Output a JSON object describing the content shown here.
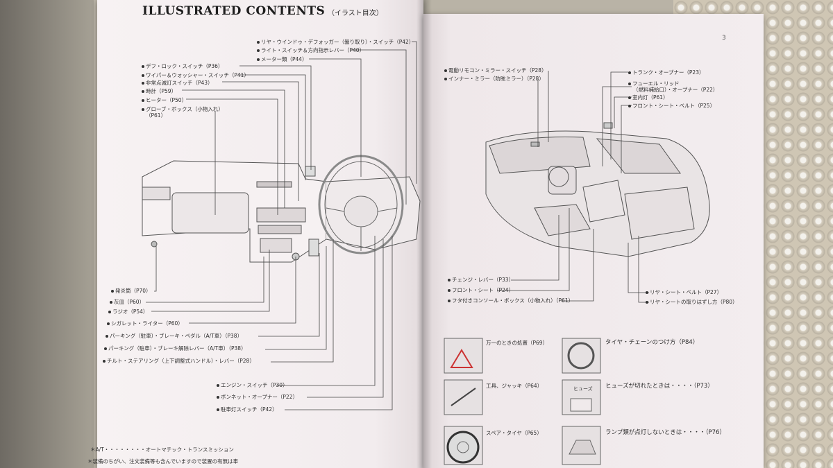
{
  "header": {
    "title": "ILLUSTRATED CONTENTS",
    "subtitle": "（イラスト目次）",
    "page_number": "3"
  },
  "left_top_labels": [
    {
      "text": "リヤ・ウインドゥ・デフォッガー（曇り取り）・スイッチ（P42）"
    },
    {
      "text": "ライト・スイッチ＆方向指示レバー（P40）"
    },
    {
      "text": "メーター類（P44）"
    },
    {
      "text": "デフ・ロック・スイッチ（P36）"
    },
    {
      "text": "ワイパー＆ウォッシャー・スイッチ（P41）"
    },
    {
      "text": "非常点滅灯スイッチ（P43）"
    },
    {
      "text": "時計（P59）"
    },
    {
      "text": "ヒーター（P50）"
    },
    {
      "text": "グローブ・ボックス（小物入れ）"
    },
    {
      "text": "（P61）"
    }
  ],
  "left_bottom_labels": [
    {
      "text": "発炎筒（P70）"
    },
    {
      "text": "灰皿（P60）"
    },
    {
      "text": "ラジオ（P54）"
    },
    {
      "text": "シガレット・ライター（P60）"
    },
    {
      "text": "パーキング（駐車）・ブレーキ・ペダル（A/T車）（P38）"
    },
    {
      "text": "パーキング（駐車）・ブレーキ解除レバー（A/T車）（P38）"
    },
    {
      "text": "チルト・ステアリング（上下調整式ハンドル）・レバー（P28）"
    }
  ],
  "left_lower_labels": [
    {
      "text": "エンジン・スイッチ（P30）"
    },
    {
      "text": "ボンネット・オープナー（P22）"
    },
    {
      "text": "駐車灯スイッチ（P42）"
    }
  ],
  "notes": [
    {
      "text": "＊A/T・・・・・・・・オートマチック・トランスミッション"
    },
    {
      "text": "＊装備のちがい、注文装備等も含んでいますので装置の有無は車"
    }
  ],
  "right_top_labels": [
    {
      "text": "電動リモコン・ミラー・スイッチ（P28）"
    },
    {
      "text": "インナー・ミラー（防眩ミラー）（P28）"
    },
    {
      "text": "トランク・オープナー（P23）"
    },
    {
      "text": "フューエル・リッド"
    },
    {
      "text": "（燃料補給口）・オープナー（P22）"
    },
    {
      "text": "室内灯（P61）"
    },
    {
      "text": "フロント・シート・ベルト（P25）"
    }
  ],
  "right_bottom_labels": [
    {
      "text": "チェンジ・レバー（P33）"
    },
    {
      "text": "フロント・シート（P24）"
    },
    {
      "text": "フタ付きコンソール・ボックス（小物入れ）（P61）"
    },
    {
      "text": "リヤ・シート・ベルト（P27）"
    },
    {
      "text": "リヤ・シートの取りはずし方（P80）"
    }
  ],
  "emergency": [
    {
      "text": "万一のときの処置（P69）"
    },
    {
      "text": "タイヤ・チェーンのつけ方（P84）"
    },
    {
      "text": "工具、ジャッキ（P64）"
    },
    {
      "text": "ヒューズ"
    },
    {
      "text": "ヒューズが切れたときは・・・・（P73）"
    },
    {
      "text": "スペア・タイヤ（P65）"
    },
    {
      "text": "ランプ類が点灯しないときは・・・・（P76）"
    }
  ]
}
